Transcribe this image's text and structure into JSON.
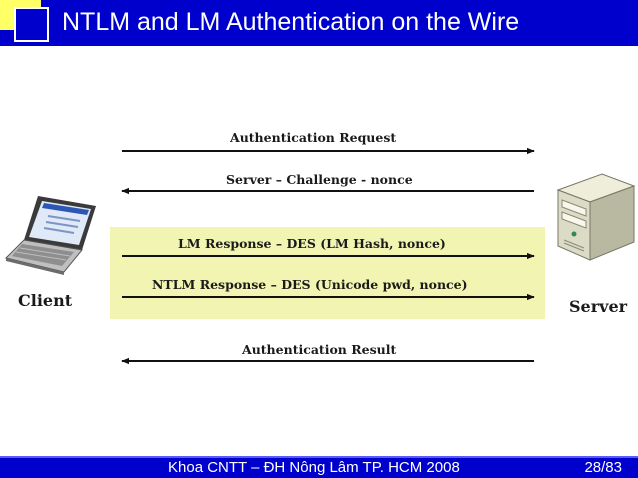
{
  "header": {
    "title": "NTLM and LM Authentication on the Wire",
    "background_color": "#0000cc",
    "accent_color": "#ffff66"
  },
  "diagram": {
    "client_label": "Client",
    "server_label": "Server",
    "highlight_color": "#f2f5b2",
    "messages": [
      {
        "label": "Authentication Request",
        "direction": "client-to-server"
      },
      {
        "label": "Server – Challenge - nonce",
        "direction": "server-to-client"
      },
      {
        "label": "LM Response – DES (LM Hash, nonce)",
        "direction": "client-to-server"
      },
      {
        "label": "NTLM Response – DES (Unicode pwd, nonce)",
        "direction": "client-to-server"
      },
      {
        "label": "Authentication Result",
        "direction": "server-to-client"
      }
    ]
  },
  "footer": {
    "text": "Khoa CNTT – ĐH Nông Lâm TP. HCM 2008",
    "page": "28/83"
  }
}
